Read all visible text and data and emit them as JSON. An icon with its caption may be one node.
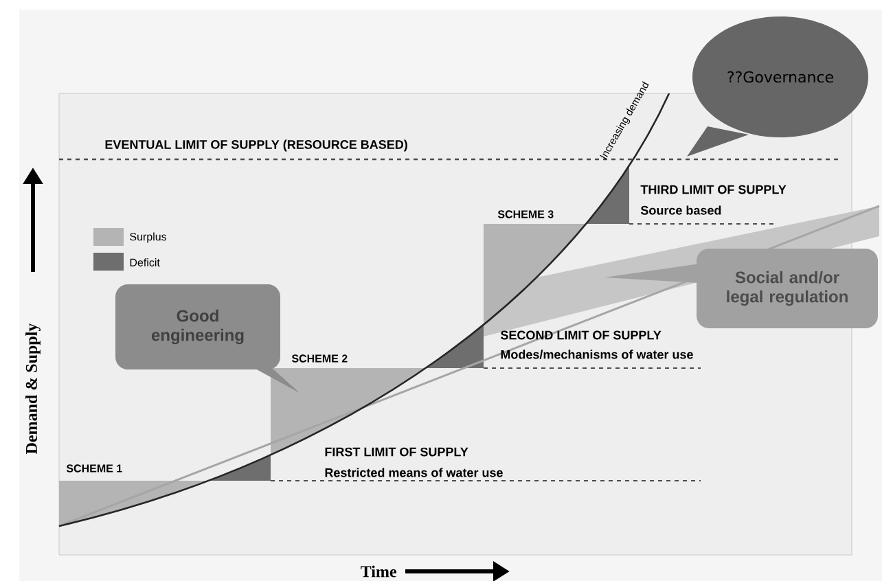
{
  "diagram": {
    "nodes": [
      {
        "text": [
          "??Governance"
        ]
      },
      {
        "text": [
          "Good engineering"
        ]
      },
      {
        "text": [
          "Social and/or legal regulation"
        ]
      }
    ],
    "labels": [
      "EVENTUAL LIMIT OF SUPPLY (RESOURCE BASED)",
      "Increasing demand",
      "THIRD LIMIT OF SUPPLY",
      "Source based",
      "SCHEME 3",
      "SECOND LIMIT OF SUPPLY",
      "Modes/mechanisms of water use",
      "SCHEME 2",
      "FIRST LIMIT OF SUPPLY",
      "Restricted means of water use",
      "SCHEME 1",
      "Demand & Supply",
      "Time"
    ],
    "legend": [
      {
        "text": "Surplus",
        "color": "#b4b4b4"
      },
      {
        "text": "Deficit",
        "color": "#6e6e6e"
      }
    ]
  }
}
